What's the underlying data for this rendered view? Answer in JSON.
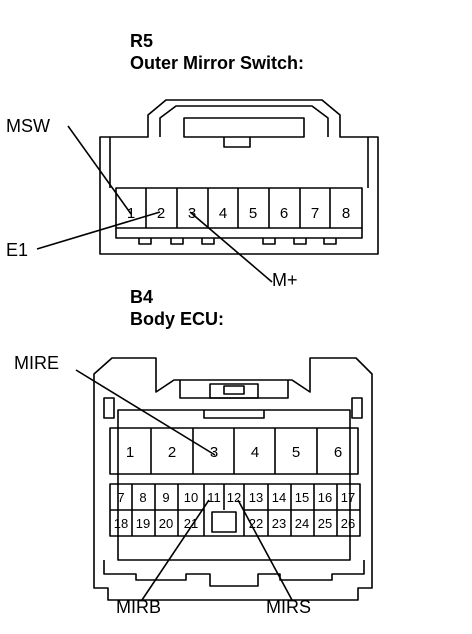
{
  "connectors": [
    {
      "id": "R5",
      "name": "Outer Mirror Switch:",
      "pins": [
        "1",
        "2",
        "3",
        "4",
        "5",
        "6",
        "7",
        "8"
      ],
      "callouts": [
        "MSW",
        "E1",
        "M+"
      ]
    },
    {
      "id": "B4",
      "name": "Body ECU:",
      "pins_top": [
        "1",
        "2",
        "3",
        "4",
        "5",
        "6"
      ],
      "pins_mid": [
        "7",
        "8",
        "9",
        "10",
        "11",
        "12",
        "13",
        "14",
        "15",
        "16",
        "17"
      ],
      "pins_bot": [
        "18",
        "19",
        "20",
        "21",
        "",
        "",
        "22",
        "23",
        "24",
        "25",
        "26"
      ],
      "callouts": [
        "MIRE",
        "MIRB",
        "MIRS"
      ]
    }
  ]
}
